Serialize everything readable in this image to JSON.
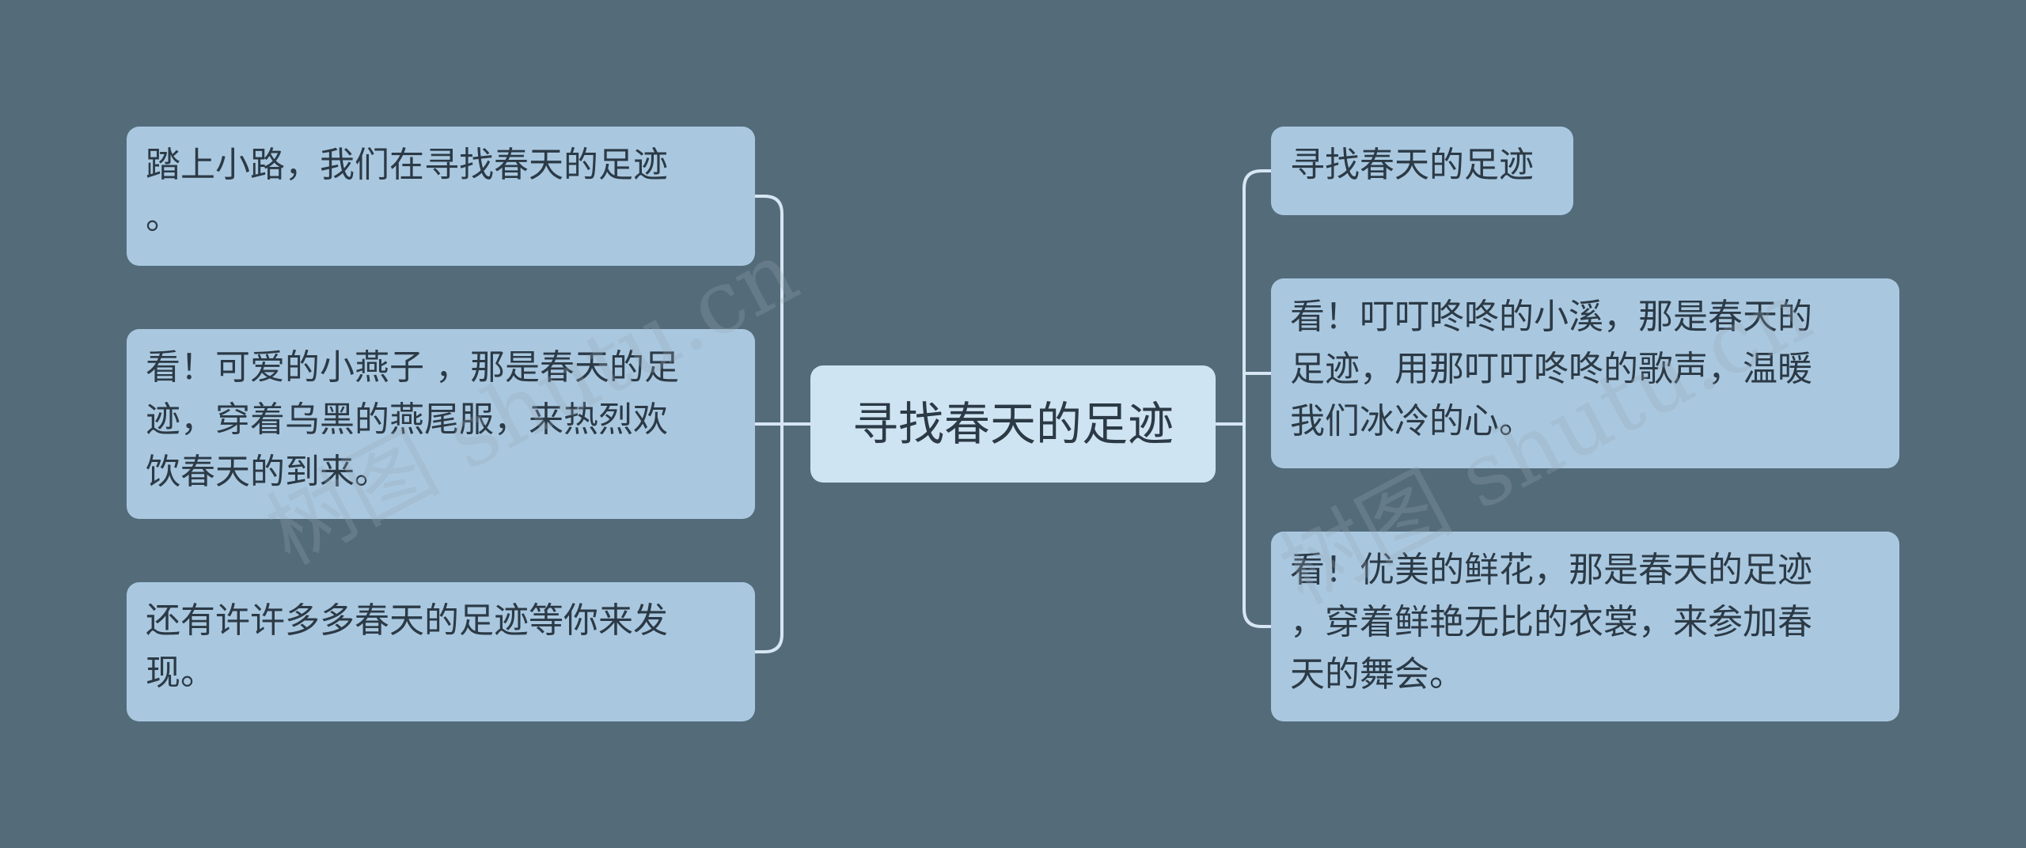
{
  "background_color": "#546b7a",
  "connector_color": "#d6e6f2",
  "center": {
    "label": "寻找春天的足迹"
  },
  "left_branches": [
    {
      "label": "踏上小路，我们在寻找春天的足迹\n。"
    },
    {
      "label": "看！可爱的小燕子 ，那是春天的足\n迹，穿着乌黑的燕尾服，来热烈欢\n饮春天的到来。"
    },
    {
      "label": "还有许许多多春天的足迹等你来发\n现。"
    }
  ],
  "right_branches": [
    {
      "label": "寻找春天的足迹"
    },
    {
      "label": "看！叮叮咚咚的小溪，那是春天的\n足迹，用那叮叮咚咚的歌声，温暖\n我们冰冷的心。"
    },
    {
      "label": "看！优美的鲜花，那是春天的足迹\n，穿着鲜艳无比的衣裳，来参加春\n天的舞会。"
    }
  ],
  "watermark": {
    "text": "树图 shutu.cn"
  }
}
